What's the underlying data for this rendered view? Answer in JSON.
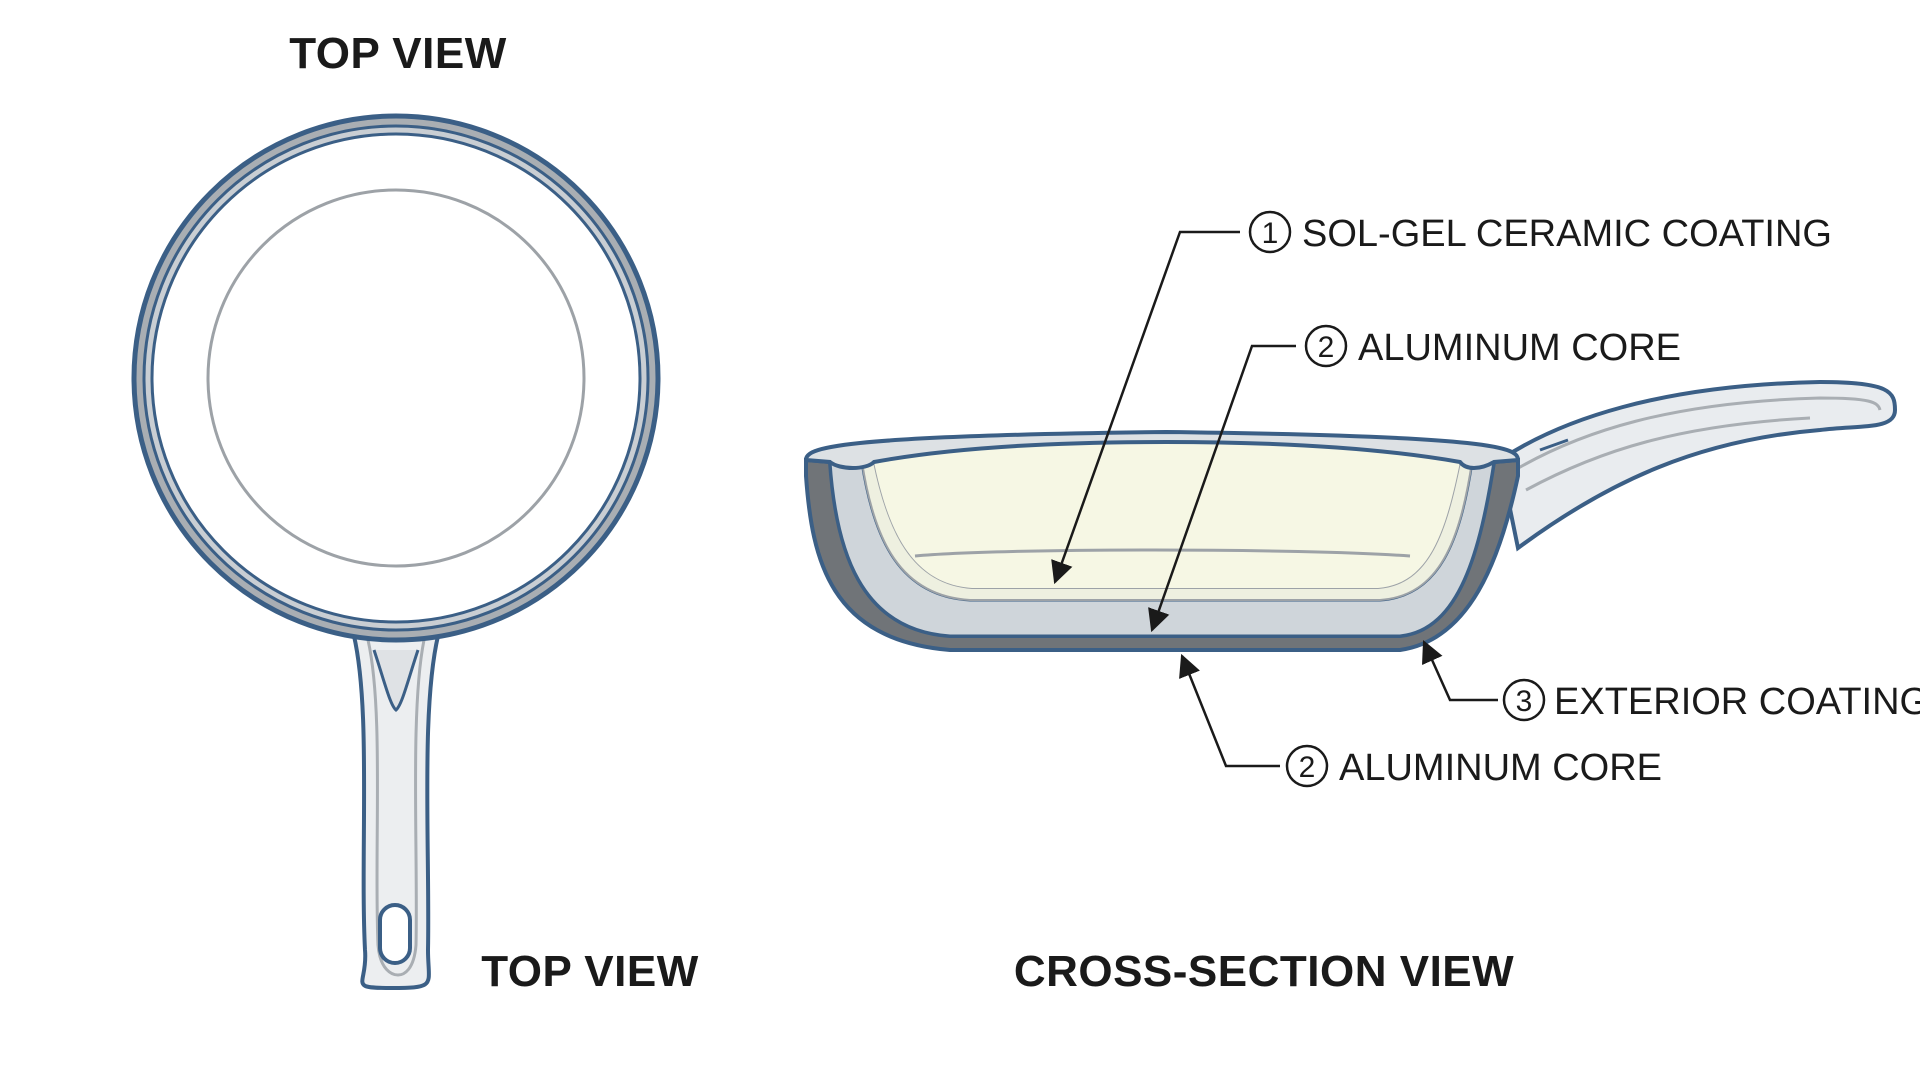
{
  "headings": {
    "top_view_upper": "TOP VIEW",
    "top_view_lower": "TOP VIEW",
    "cross_section": "CROSS-SECTION VIEW"
  },
  "callouts": [
    {
      "number": "1",
      "label": "SOL-GEL CERAMIC COATING"
    },
    {
      "number": "2",
      "label": "ALUMINUM CORE"
    },
    {
      "number": "3",
      "label": "EXTERIOR COATING"
    },
    {
      "number": "2",
      "label": "ALUMINUM CORE"
    }
  ],
  "colors": {
    "outline_blue": "#3b5f86",
    "rim_gray": "#a9aeb3",
    "core_gray": "#cfd5da",
    "exterior_gray": "#707478",
    "coating_cream": "#f6f7e4",
    "leader_line": "#1a1a1a"
  }
}
